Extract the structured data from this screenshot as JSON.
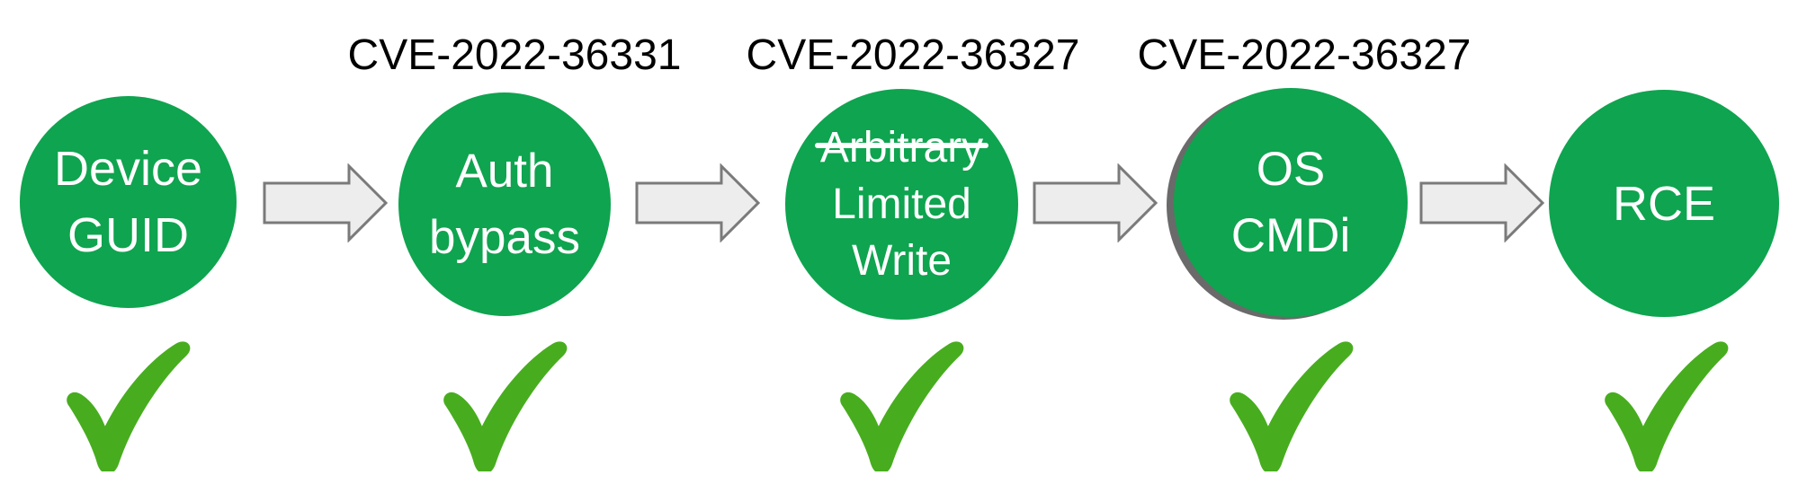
{
  "diagram": {
    "description": "exploit-chain",
    "colors": {
      "circle_fill": "#0fa44f",
      "circle_text": "#ffffff",
      "check_green": "#47ad1e",
      "arrow_fill": "#ededed",
      "arrow_border": "#7a7a7a",
      "cve_label_text": "#000000",
      "shadow_gray": "#6a6a6a",
      "background": "#ffffff"
    },
    "steps": [
      {
        "name": "device-guid",
        "lines": [
          "Device",
          "GUID"
        ],
        "cve_label": "",
        "checked": true
      },
      {
        "name": "auth-bypass",
        "lines": [
          "Auth",
          "bypass"
        ],
        "cve_label": "CVE-2022-36331",
        "checked": true
      },
      {
        "name": "arbitrary-limited-write",
        "lines": [
          "Arbitrary",
          "Limited",
          "Write"
        ],
        "struck_line_index": 0,
        "cve_label": "CVE-2022-36327",
        "checked": true
      },
      {
        "name": "os-cmdi",
        "lines": [
          "OS",
          "CMDi"
        ],
        "cve_label": "CVE-2022-36327",
        "checked": true
      },
      {
        "name": "rce",
        "lines": [
          "RCE"
        ],
        "cve_label": "",
        "checked": true
      }
    ]
  }
}
